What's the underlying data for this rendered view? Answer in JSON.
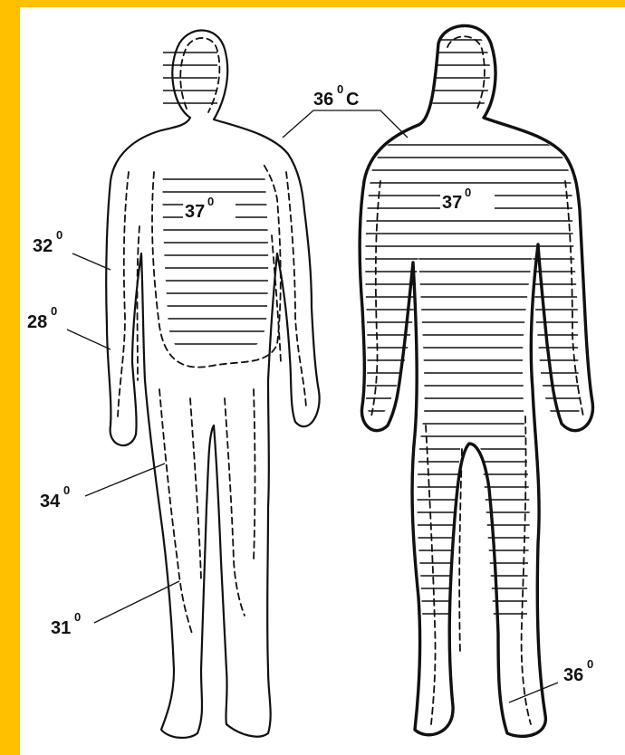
{
  "labels": {
    "core_left": {
      "num": "37",
      "deg": "0"
    },
    "core_right": {
      "num": "37",
      "deg": "0"
    },
    "surface_shared": {
      "num": "36",
      "deg": "0",
      "unit": "C"
    },
    "arm_upper": {
      "num": "32",
      "deg": "0"
    },
    "arm_lower": {
      "num": "28",
      "deg": "0"
    },
    "thigh": {
      "num": "34",
      "deg": "0"
    },
    "lower_leg": {
      "num": "31",
      "deg": "0"
    },
    "foot_right": {
      "num": "36",
      "deg": "0"
    }
  },
  "colors": {
    "frame": "#ffc000",
    "panel": "#ffffff",
    "ink": "#111111"
  }
}
